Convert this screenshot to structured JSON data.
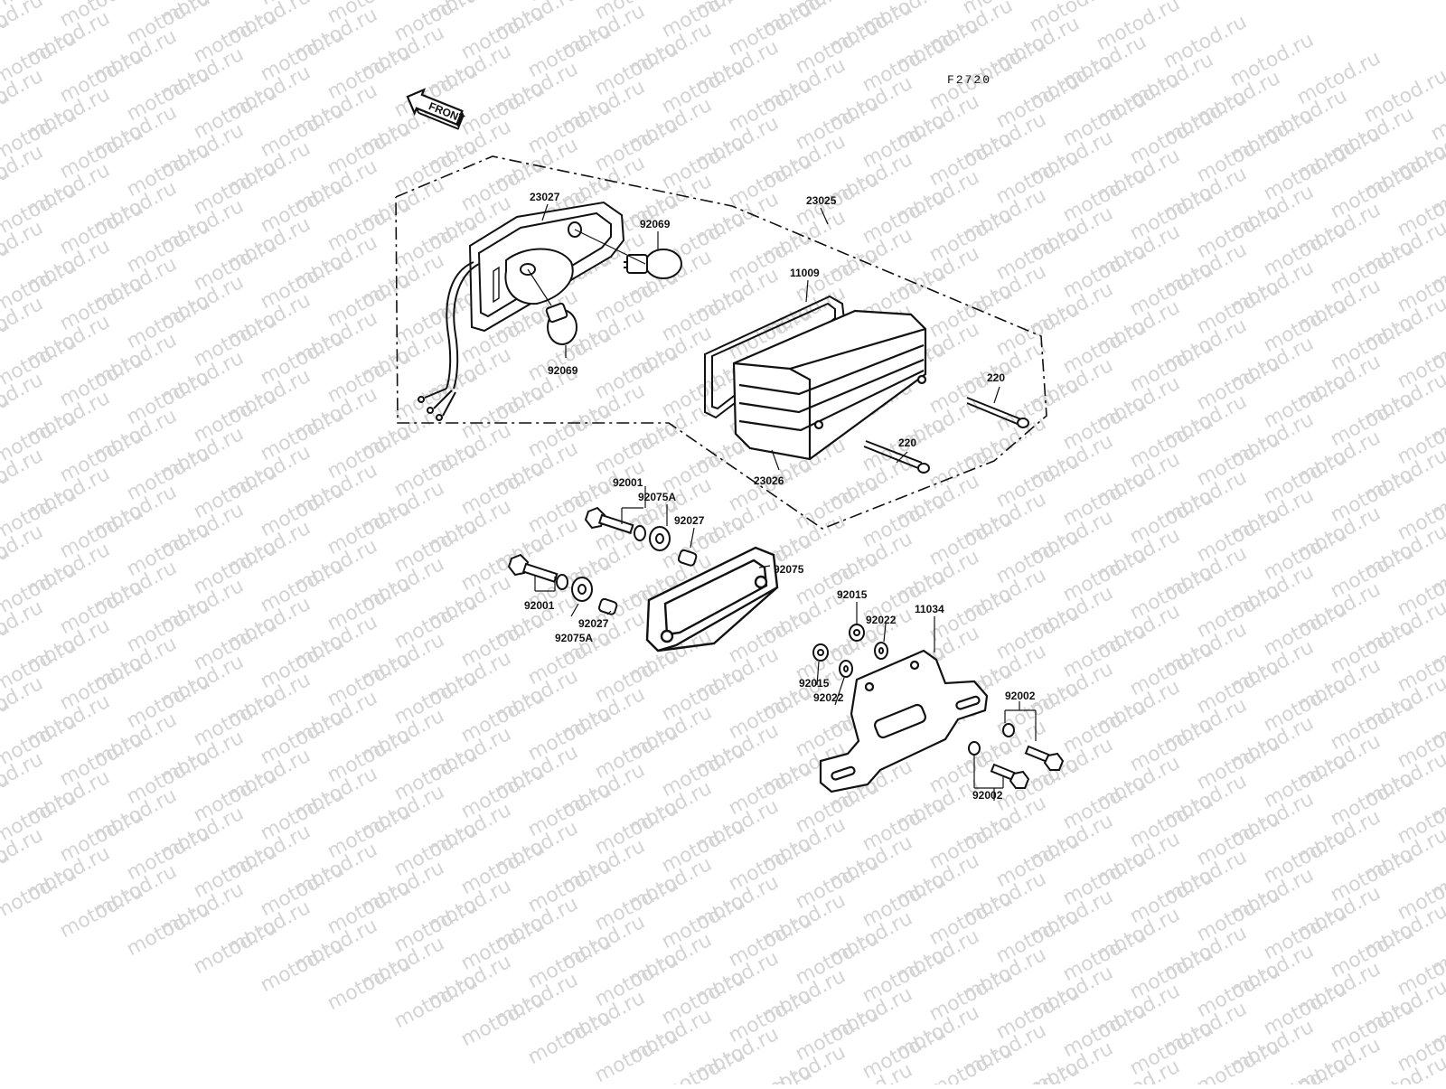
{
  "watermark": "motod.ru",
  "diagram_code": "F2720",
  "front_label": "FRONT",
  "colors": {
    "ink": "#111111",
    "watermark": "#d4d4d4",
    "background": "#ffffff"
  },
  "parts": {
    "p23027": "23027",
    "p23025": "23025",
    "p92069_top": "92069",
    "p92069_bottom": "92069",
    "p11009": "11009",
    "p220_top": "220",
    "p220_bottom": "220",
    "p23026": "23026",
    "p92001_top": "92001",
    "p92075A_top": "92075A",
    "p92027_top": "92027",
    "p92075": "92075",
    "p92001_bottom": "92001",
    "p92027_bottom": "92027",
    "p92075A_bottom": "92075A",
    "p92015_top": "92015",
    "p11034": "11034",
    "p92022_top": "92022",
    "p92015_bottom": "92015",
    "p92022_bottom": "92022",
    "p92002_top": "92002",
    "p92002_bottom": "92002"
  }
}
